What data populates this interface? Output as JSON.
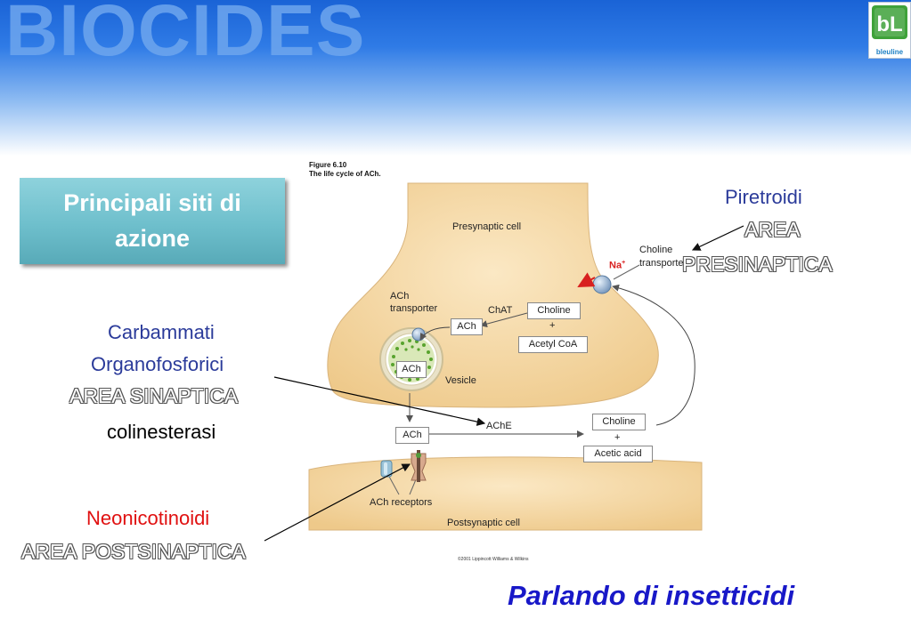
{
  "header": {
    "title": "BIOCIDES"
  },
  "logo": {
    "monogram": "bL",
    "brand": "bleuline"
  },
  "sites_box": {
    "line1": "Principali siti di",
    "line2": "azione"
  },
  "figure": {
    "number": "Figure 6.10",
    "caption": "The life cycle of ACh.",
    "copyright": "©2001 Lippincott Williams & Wilkins"
  },
  "labels": {
    "piretroidi": "Piretroidi",
    "area_pre_1": "AREA",
    "area_pre_2": "PRESINAPTICA",
    "carbammati": "Carbammati",
    "organofosforici": "Organofosforici",
    "area_sinaptica": "AREA SINAPTICA",
    "colinesterasi": "colinesterasi",
    "neonicotinoidi": "Neonicotinoidi",
    "area_post": "AREA POSTSINAPTICA"
  },
  "diagram": {
    "presynaptic_cell": "Presynaptic cell",
    "postsynaptic_cell": "Postsynaptic cell",
    "choline_transporter_1": "Choline",
    "choline_transporter_2": "transporter",
    "na": "Na",
    "na_charge": "+",
    "ach_transporter_1": "ACh",
    "ach_transporter_2": "transporter",
    "chat": "ChAT",
    "choline": "Choline",
    "plus": "+",
    "acetyl_coa": "Acetyl CoA",
    "ach": "ACh",
    "vesicle": "Vesicle",
    "ache": "AChE",
    "acetic_acid": "Acetic acid",
    "ach_receptors": "ACh receptors"
  },
  "footer": {
    "text": "Parlando di insetticidi"
  },
  "colors": {
    "blue_label": "#2b3b9a",
    "red_label": "#e01010",
    "footer": "#1818c8",
    "cell_fill": "#f6dcab"
  }
}
